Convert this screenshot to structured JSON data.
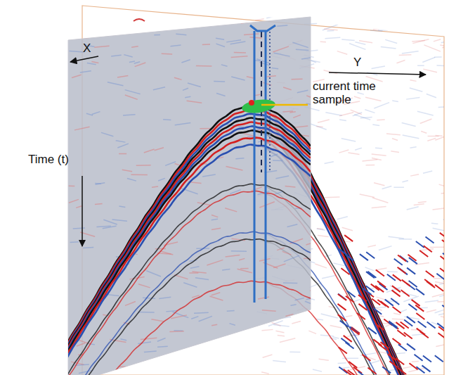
{
  "diagram": {
    "labels": [
      "X",
      "Y",
      "Time (t)",
      "current time sample"
    ]
  }
}
